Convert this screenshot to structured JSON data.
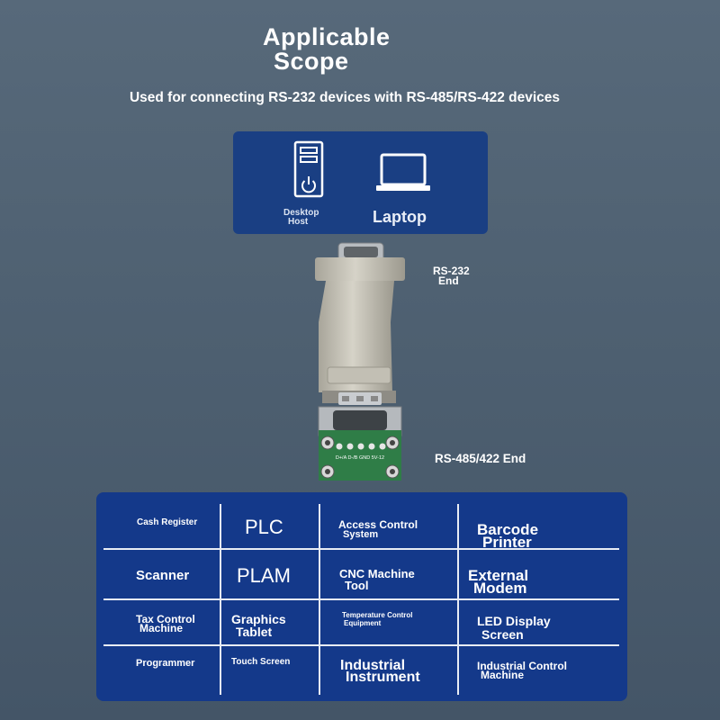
{
  "title": {
    "line1": "Applicable",
    "line2": "Scope"
  },
  "subtitle": "Used for connecting RS-232 devices with RS-485/RS-422 devices",
  "hosts": {
    "desktop": {
      "line1": "Desktop",
      "line2": "Host",
      "icon": "desktop-tower-icon"
    },
    "laptop": {
      "label": "Laptop",
      "icon": "laptop-icon"
    }
  },
  "adapter": {
    "rs232_end": {
      "line1": "RS-232",
      "line2": "End"
    },
    "rs485_end": "RS-485/422 End",
    "pcb_text": "D+/A D-/B GND 5V-12"
  },
  "applications": {
    "cash_register": "Cash Register",
    "plc": "PLC",
    "access_control": {
      "line1": "Access Control",
      "line2": "System"
    },
    "barcode_printer": {
      "line1": "Barcode",
      "line2": "Printer"
    },
    "scanner": "Scanner",
    "plam": "PLAM",
    "cnc_machine": {
      "line1": "CNC Machine",
      "line2": "Tool"
    },
    "external_modem": {
      "line1": "External",
      "line2": "Modem"
    },
    "tax_control": {
      "line1": "Tax Control",
      "line2": "Machine"
    },
    "graphics_tablet": {
      "line1": "Graphics",
      "line2": "Tablet"
    },
    "temperature_control": {
      "line1": "Temperature Control",
      "line2": "Equipment"
    },
    "led_display": {
      "line1": "LED Display",
      "line2": "Screen"
    },
    "programmer": "Programmer",
    "touch_screen": "Touch Screen",
    "industrial_instrument": {
      "line1": "Industrial",
      "line2": "Instrument"
    },
    "industrial_control": {
      "line1": "Industrial Control",
      "line2": "Machine"
    }
  },
  "colors": {
    "panel_blue": "#14398a",
    "host_blue": "#1a3f83",
    "background": "#51636f"
  }
}
